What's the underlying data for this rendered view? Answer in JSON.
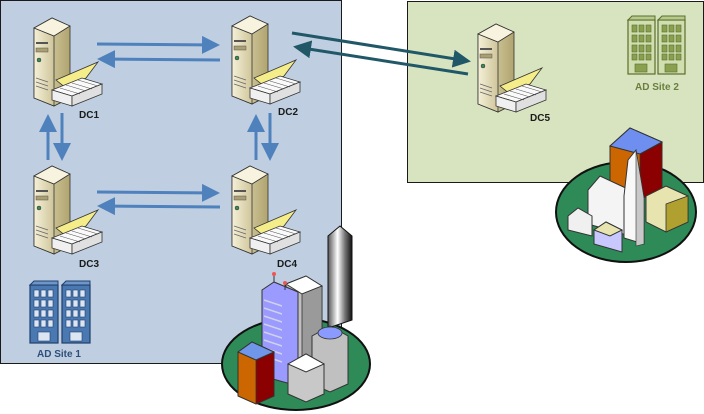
{
  "sites": [
    {
      "id": "site1",
      "label": "AD Site 1",
      "color": "#bfcfe1",
      "icon": "office-buildings-icon"
    },
    {
      "id": "site2",
      "label": "AD Site 2",
      "color": "#d8e4c0",
      "icon": "office-buildings-icon"
    }
  ],
  "domain_controllers": [
    {
      "id": "dc1",
      "label": "DC1",
      "site": "AD Site 1",
      "icon": "server-icon"
    },
    {
      "id": "dc2",
      "label": "DC2",
      "site": "AD Site 1",
      "icon": "server-icon"
    },
    {
      "id": "dc3",
      "label": "DC3",
      "site": "AD Site 1",
      "icon": "server-icon"
    },
    {
      "id": "dc4",
      "label": "DC4",
      "site": "AD Site 1",
      "icon": "server-icon"
    },
    {
      "id": "dc5",
      "label": "DC5",
      "site": "AD Site 2",
      "icon": "server-icon"
    }
  ],
  "replication_links": [
    {
      "from": "DC1",
      "to": "DC2",
      "type": "intra-site"
    },
    {
      "from": "DC2",
      "to": "DC1",
      "type": "intra-site"
    },
    {
      "from": "DC1",
      "to": "DC3",
      "type": "intra-site"
    },
    {
      "from": "DC3",
      "to": "DC1",
      "type": "intra-site"
    },
    {
      "from": "DC2",
      "to": "DC4",
      "type": "intra-site"
    },
    {
      "from": "DC4",
      "to": "DC2",
      "type": "intra-site"
    },
    {
      "from": "DC3",
      "to": "DC4",
      "type": "intra-site"
    },
    {
      "from": "DC4",
      "to": "DC3",
      "type": "intra-site"
    },
    {
      "from": "DC2",
      "to": "DC5",
      "type": "inter-site"
    },
    {
      "from": "DC5",
      "to": "DC2",
      "type": "inter-site"
    }
  ],
  "colors": {
    "intra_site_arrow": "#4f81bd",
    "inter_site_arrow": "#215868"
  },
  "decorations": [
    {
      "name": "city-skyline-icon",
      "near": "AD Site 1"
    },
    {
      "name": "village-church-icon",
      "near": "AD Site 2"
    }
  ]
}
